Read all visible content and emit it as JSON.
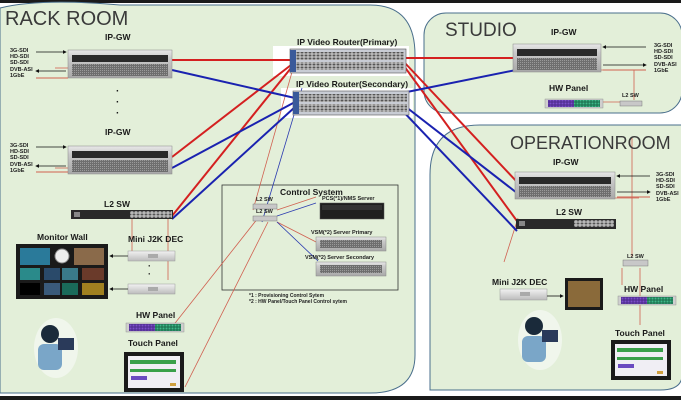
{
  "rooms": {
    "rack": "RACK ROOM",
    "studio": "STUDIO",
    "operation": "OPERATIONROOM"
  },
  "rack_room": {
    "ipgw_top": "IP-GW",
    "ipgw_bottom": "IP-GW",
    "signals": [
      "3G-SDI",
      "HD-SDI",
      "SD-SDI",
      "DVB-ASI",
      "1GbE"
    ],
    "l2sw": "L2 SW",
    "monitor_wall": "Monitor Wall",
    "mini_dec": "Mini J2K DEC",
    "hw_panel": "HW Panel",
    "touch_panel": "Touch Panel",
    "ellipsis": "·"
  },
  "routers": {
    "primary": "IP Video Router(Primary)",
    "secondary": "IP Video Router(Secondary)"
  },
  "control_system": {
    "title": "Control System",
    "l2sw_a": "L2 SW",
    "l2sw_b": "L2 SW",
    "pcs_server": "PCS(*1)/NMS Server",
    "vsm_primary": "VSM(*2) Server Primary",
    "vsm_secondary": "VSM(*2) Server Secondary",
    "notes": [
      "*1 : Provisioning Control Sytem",
      "*2 : HW Panel/Touch Panel Control sytem"
    ]
  },
  "studio": {
    "ipgw": "IP-GW",
    "signals": [
      "3G-SDI",
      "HD-SDI",
      "SD-SDI",
      "DVB-ASI",
      "1GbE"
    ],
    "hw_panel": "HW Panel",
    "l2sw": "L2 SW"
  },
  "operation_room": {
    "ipgw": "IP-GW",
    "signals": [
      "3G-SDI",
      "HD-SDI",
      "SD-SDI",
      "DVB-ASI",
      "1GbE"
    ],
    "l2sw": "L2 SW",
    "l2sw_small": "L2 SW",
    "mini_dec": "Mini J2K DEC",
    "hw_panel": "HW Panel",
    "touch_panel": "Touch Panel"
  },
  "colors": {
    "room_fill": "#e3efd9",
    "room_border": "#4a6f8c",
    "primary_link": "#d42020",
    "secondary_link": "#1a22b0",
    "control_link": "#d06050"
  }
}
